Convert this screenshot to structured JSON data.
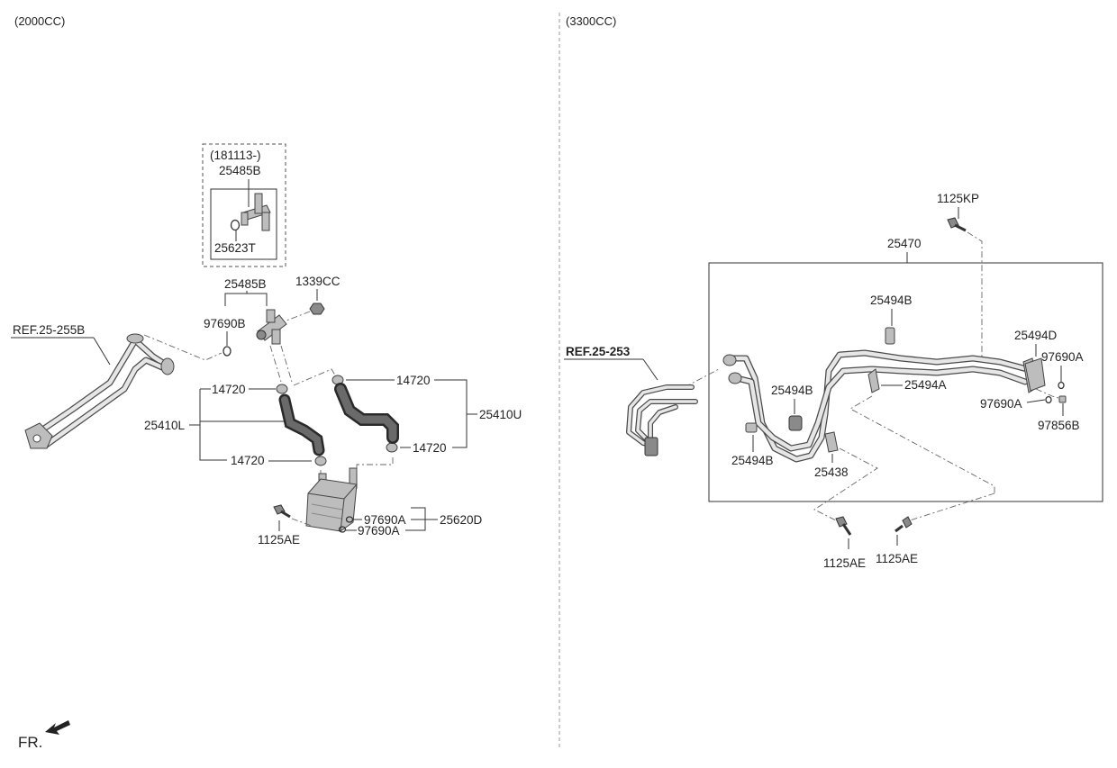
{
  "sections": {
    "left": "(2000CC)",
    "right": "(3300CC)"
  },
  "left": {
    "inset_code": "(181113-)",
    "inset_part": "25485B",
    "inset_oring": "25623T",
    "ref": "REF.25-255B",
    "labels": {
      "hose_joint": "25485B",
      "nut": "1339CC",
      "oring": "97690B",
      "clamp_a": "14720",
      "clamp_b": "14720",
      "clamp_c": "14720",
      "clamp_d": "14720",
      "hose_lower": "25410L",
      "hose_upper": "25410U",
      "oring_a": "97690A",
      "oring_b": "97690A",
      "cooler": "25620D",
      "bolt": "1125AE"
    }
  },
  "right": {
    "ref": "REF.25-253",
    "labels": {
      "bolt_top": "1125KP",
      "assembly": "25470",
      "bracket_b_top": "25494B",
      "bracket_d": "25494D",
      "oring_a_top": "97690A",
      "bracket_a": "25494A",
      "bracket_b_mid": "25494B",
      "oring_a_mid": "97690A",
      "plug": "97856B",
      "bracket_b_low": "25494B",
      "bracket_small": "25438",
      "bolt_left": "1125AE",
      "bolt_right": "1125AE"
    }
  },
  "footer": {
    "direction": "FR."
  }
}
